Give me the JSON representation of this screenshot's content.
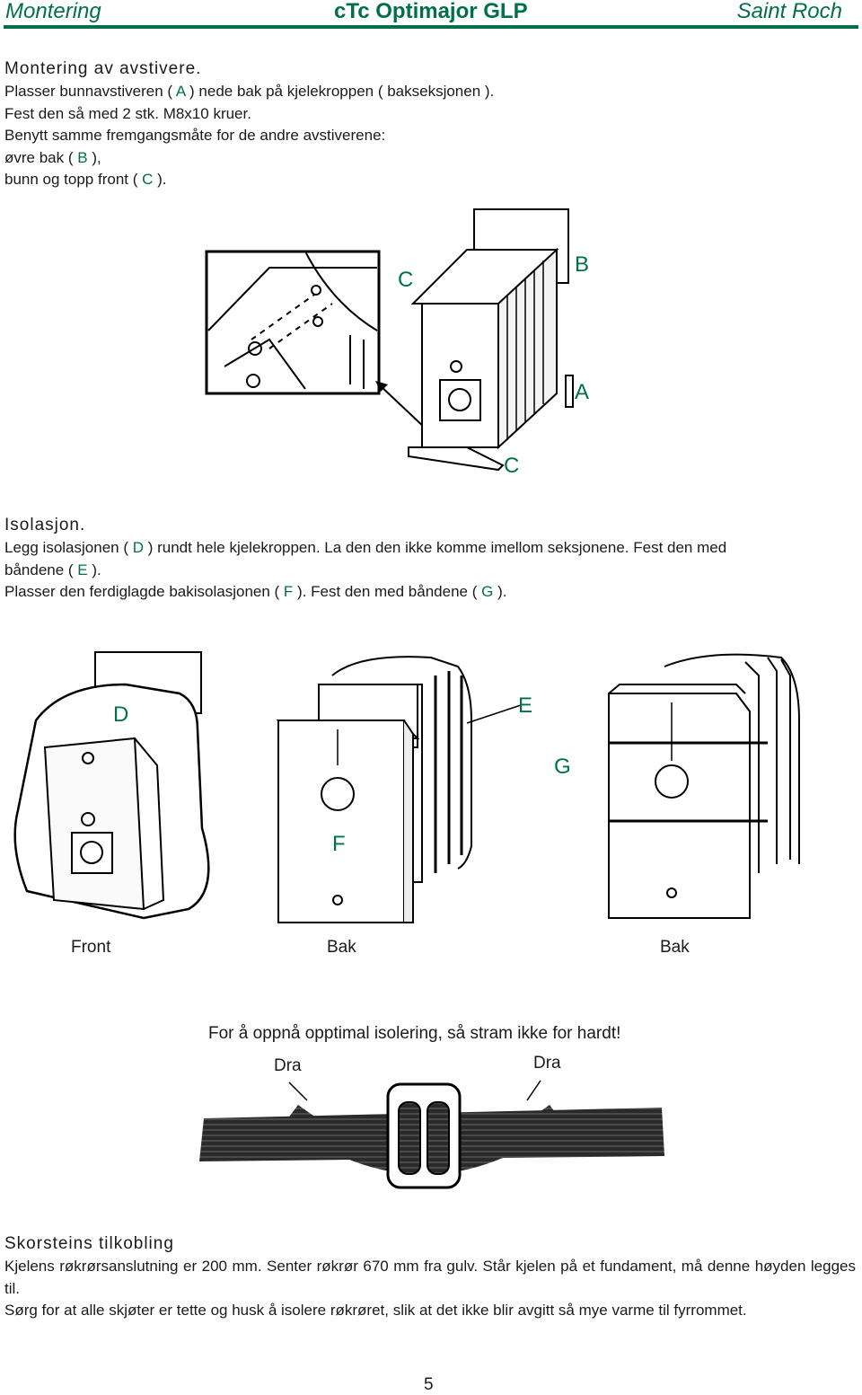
{
  "header": {
    "left": "Montering",
    "center": "cTc Optimajor GLP",
    "right": "Saint Roch"
  },
  "section1": {
    "title": "Montering av avstivere.",
    "line1_a": "Plasser bunnavstiveren  ( ",
    "line1_b": "A",
    "line1_c": " ) nede bak på kjelekroppen ( bakseksjonen ).",
    "line2": "Fest den så med 2 stk. M8x10 kruer.",
    "line3": "Benytt samme fremgangsmåte for de andre avstiverene:",
    "line4_a": "øvre bak ( ",
    "line4_b": "B",
    "line4_c": " ),",
    "line5_a": "bunn og topp front ( ",
    "line5_b": "C",
    "line5_c": " )."
  },
  "figure1": {
    "label_c_top": "C",
    "label_b": "B",
    "label_a": "A",
    "label_c_bottom": "C"
  },
  "section2": {
    "title": "Isolasjon.",
    "line1_a": "Legg isolasjonen  ( ",
    "line1_b": "D",
    "line1_c": " ) rundt hele kjelekroppen. La den den ikke komme imellom seksjonene. Fest den med",
    "line2_a": "båndene ( ",
    "line2_b": "E",
    "line2_c": " ).",
    "line3_a": "Plasser den ferdiglagde bakisolasjonen ( ",
    "line3_b": "F",
    "line3_c": " ). Fest den med båndene ( ",
    "line3_d": "G",
    "line3_e": " )."
  },
  "figure2": {
    "label_d": "D",
    "label_e": "E",
    "label_g": "G",
    "label_f": "F",
    "caption_front": "Front",
    "caption_bak1": "Bak",
    "caption_bak2": "Bak"
  },
  "figure3": {
    "note": "For å oppnå opptimal isolering, så stram ikke for hardt!",
    "dra_left": "Dra",
    "dra_right": "Dra"
  },
  "section3": {
    "title": "Skorsteins tilkobling",
    "line1": "Kjelens røkrørsanslutning er 200 mm. Senter røkrør 670 mm fra gulv. Står kjelen på et fundament, må denne høyden legges til.",
    "line2": "Sørg for at alle skjøter er tette og husk å isolere røkrøret, slik at det ikke blir avgitt så mye varme til fyrrommet."
  },
  "footer": {
    "page_number": "5"
  }
}
